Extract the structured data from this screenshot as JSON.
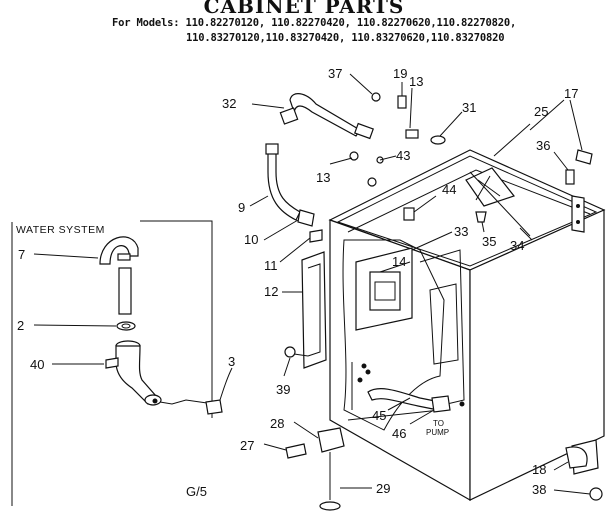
{
  "title": "CABINET PARTS",
  "models_label": "For Models:",
  "models_line1": [
    "110.82270120,",
    "110.82270420,",
    "110.82270620,",
    "110.82270820,"
  ],
  "models_line2": [
    "110.83270120,",
    "110.83270420,",
    "110.83270620,",
    "110.83270820"
  ],
  "inset_title": "WATER SYSTEM",
  "to_pump_label": [
    "TO",
    "PUMP"
  ],
  "footer_code": "G/5",
  "callouts": {
    "c2": "2",
    "c3": "3",
    "c7": "7",
    "c9": "9",
    "c10": "10",
    "c11": "11",
    "c12": "12",
    "c13a": "13",
    "c13b": "13",
    "c14": "14",
    "c17": "17",
    "c18": "18",
    "c19": "19",
    "c25": "25",
    "c27": "27",
    "c28": "28",
    "c29": "29",
    "c31": "31",
    "c32": "32",
    "c33": "33",
    "c34": "34",
    "c35": "35",
    "c36": "36",
    "c37": "37",
    "c38": "38",
    "c39": "39",
    "c40": "40",
    "c43": "43",
    "c44": "44",
    "c45": "45",
    "c46": "46"
  }
}
